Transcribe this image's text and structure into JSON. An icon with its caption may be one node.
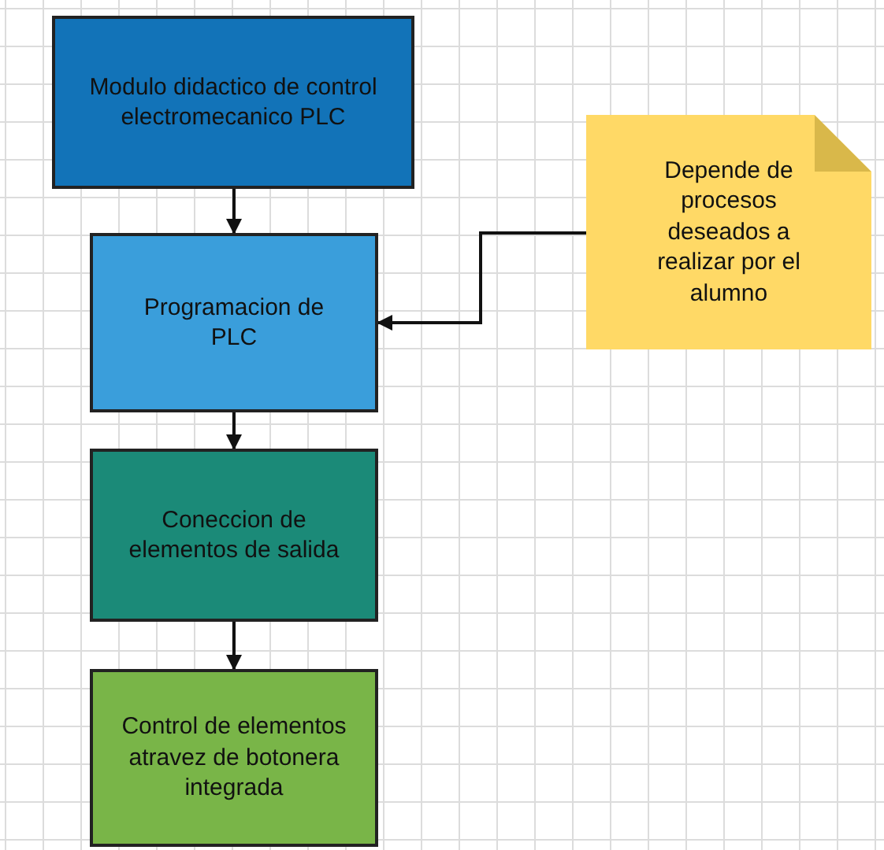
{
  "diagram": {
    "nodes": [
      {
        "text": [
          "Modulo didactico de control electromecanico PLC"
        ]
      },
      {
        "text": [
          "Programacion de PLC"
        ]
      },
      {
        "text": [
          "Coneccion de elementos de salida"
        ]
      },
      {
        "text": [
          "Control de elementos atravez de botonera integrada"
        ]
      },
      {
        "text": [
          "Depende de procesos deseados a realizar por el alumno"
        ]
      }
    ],
    "edges": [
      {
        "from": 0,
        "to": 1,
        "arrow": "to"
      },
      {
        "from": 1,
        "to": 2,
        "arrow": "to"
      },
      {
        "from": 2,
        "to": 3,
        "arrow": "to"
      },
      {
        "from": 4,
        "to": 1,
        "arrow": "to"
      }
    ]
  }
}
